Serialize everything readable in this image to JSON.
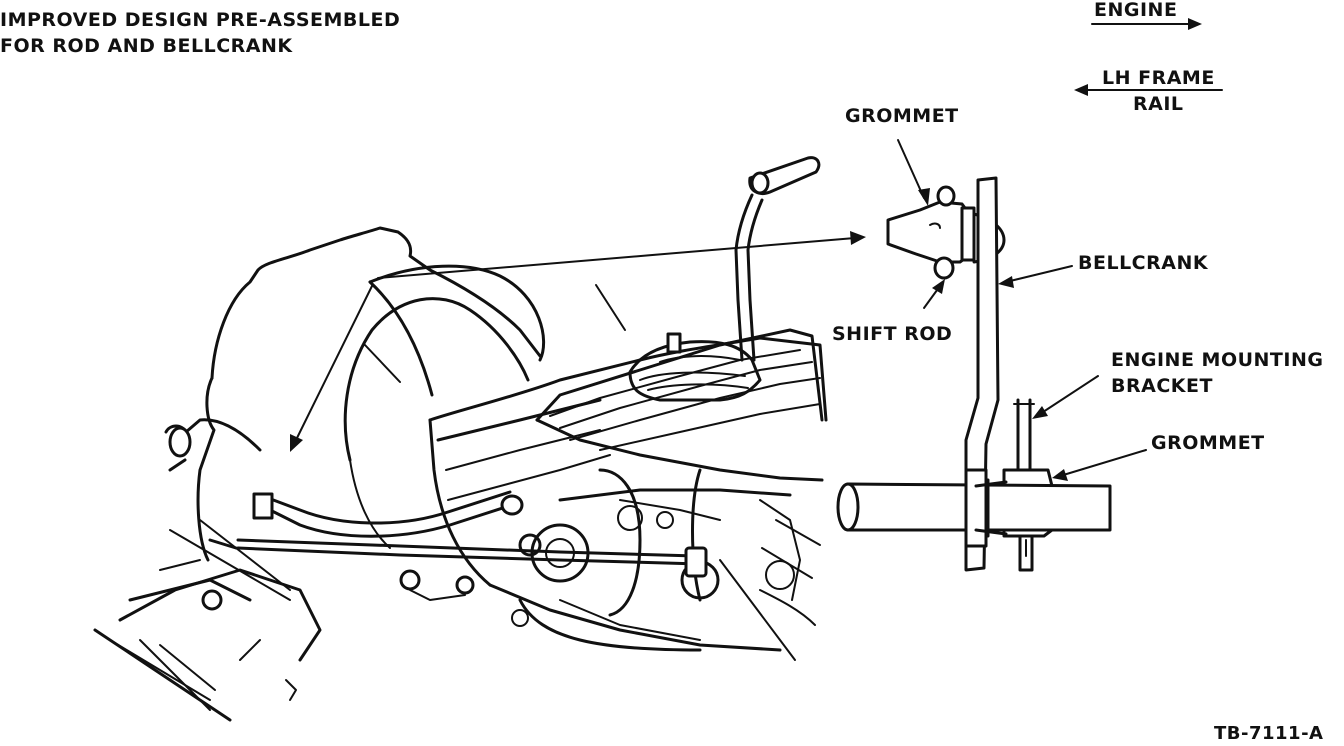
{
  "title": {
    "line1": "IMPROVED DESIGN PRE-ASSEMBLED",
    "line2": "FOR ROD AND BELLCRANK"
  },
  "direction_labels": {
    "engine": "ENGINE",
    "lh_frame_line1": "LH FRAME",
    "lh_frame_line2": "RAIL"
  },
  "callouts": {
    "grommet_top": "GROMMET",
    "bellcrank": "BELLCRANK",
    "shift_rod": "SHIFT ROD",
    "engine_mount_line1": "ENGINE MOUNTING",
    "engine_mount_line2": "BRACKET",
    "grommet_bottom": "GROMMET"
  },
  "figure_id": "TB-7111-A"
}
